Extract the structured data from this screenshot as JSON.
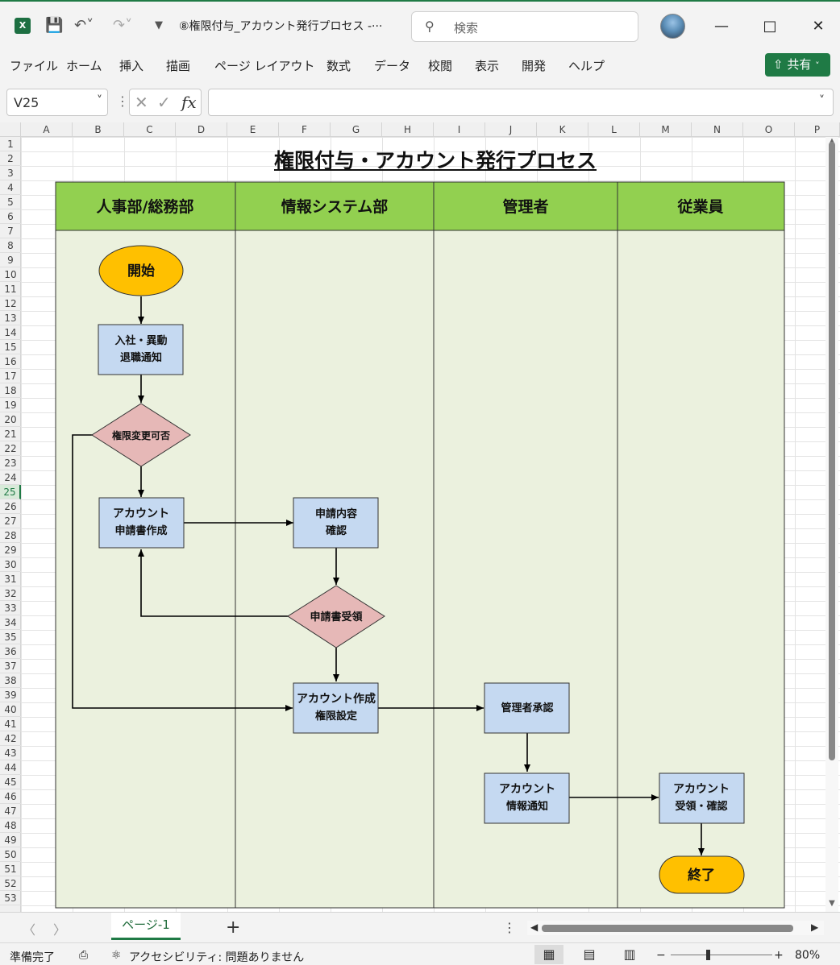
{
  "window": {
    "app_icon": "X",
    "doc_title": "⑧権限付与_アカウント発行プロセス  -···",
    "search_placeholder": "検索"
  },
  "menu": [
    "ファイル",
    "ホーム",
    "挿入",
    "描画",
    "ページ レイアウト",
    "数式",
    "データ",
    "校閲",
    "表示",
    "開発",
    "ヘルプ"
  ],
  "share_label": "共有",
  "name_box": "V25",
  "columns": [
    "A",
    "B",
    "C",
    "D",
    "E",
    "F",
    "G",
    "H",
    "I",
    "J",
    "K",
    "L",
    "M",
    "N",
    "O",
    "P"
  ],
  "rows": [
    "1",
    "2",
    "3",
    "4",
    "5",
    "6",
    "7",
    "8",
    "9",
    "10",
    "11",
    "12",
    "13",
    "14",
    "15",
    "16",
    "17",
    "18",
    "19",
    "20",
    "21",
    "22",
    "23",
    "24",
    "25",
    "26",
    "27",
    "28",
    "29",
    "30",
    "31",
    "32",
    "33",
    "34",
    "35",
    "36",
    "37",
    "38",
    "39",
    "40",
    "41",
    "42",
    "43",
    "44",
    "45",
    "46",
    "47",
    "48",
    "49",
    "50",
    "51",
    "52",
    "53"
  ],
  "selected_row": "25",
  "sheet": {
    "title": "権限付与・アカウント発行プロセス",
    "lanes": [
      "人事部/総務部",
      "情報システム部",
      "管理者",
      "従業員"
    ],
    "nodes": {
      "start": "開始",
      "notice": [
        "入社・異動",
        "退職通知"
      ],
      "decision1": "権限変更可否",
      "apply": [
        "アカウント",
        "申請書作成"
      ],
      "review": [
        "申請内容",
        "確認"
      ],
      "decision2": "申請書受領",
      "create": [
        "アカウント作成",
        "権限設定"
      ],
      "approve": "管理者承認",
      "inform": [
        "アカウント",
        "情報通知"
      ],
      "receive": [
        "アカウント",
        "受領・確認"
      ],
      "end": "終了"
    },
    "colors": {
      "lane_header": "#92d050",
      "lane_body": "#ebf1de",
      "process": "#c5d9f1",
      "decision": "#e6b8b7",
      "terminal": "#ffc000"
    }
  },
  "tabs": {
    "sheet_name": "ページ-1"
  },
  "status": {
    "ready": "準備完了",
    "accessibility": "アクセシビリティ: 問題ありません",
    "zoom": "80%"
  }
}
